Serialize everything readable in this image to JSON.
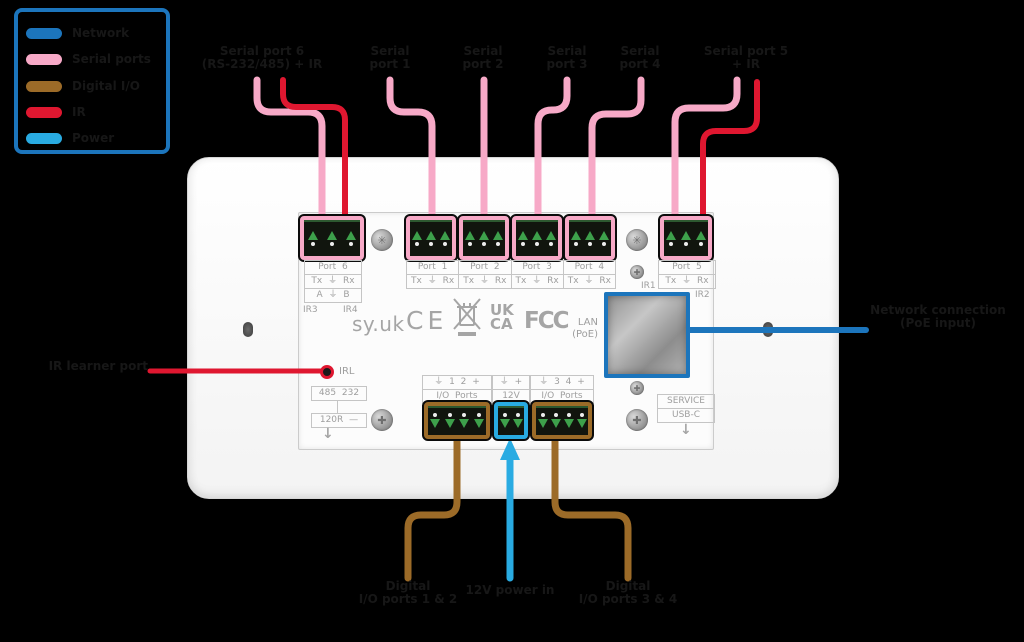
{
  "legend": {
    "items": [
      {
        "label": "Network",
        "color": "#1c75bc"
      },
      {
        "label": "Serial ports",
        "color": "#f7a9c7"
      },
      {
        "label": "Digital I/O",
        "color": "#9c6b28"
      },
      {
        "label": "IR",
        "color": "#df1730"
      },
      {
        "label": "Power",
        "color": "#29abe2"
      }
    ]
  },
  "top_labels": [
    {
      "line1": "Serial port 6",
      "line2": "(RS-232/485) + IR"
    },
    {
      "line1": "Serial",
      "line2": "port 1"
    },
    {
      "line1": "Serial",
      "line2": "port 2"
    },
    {
      "line1": "Serial",
      "line2": "port 3"
    },
    {
      "line1": "Serial",
      "line2": "port 4"
    },
    {
      "line1": "Serial port 5",
      "line2": "+ IR"
    }
  ],
  "callouts": {
    "ir_learner": "IR learner port",
    "network": {
      "line1": "Network connection",
      "line2": "(PoE input)"
    },
    "io_left": {
      "line1": "Digital",
      "line2": "I/O ports 1 & 2"
    },
    "power": {
      "line1": "12V power in"
    },
    "io_right": {
      "line1": "Digital",
      "line2": "I/O ports 3 & 4"
    }
  },
  "panel": {
    "brand": "sy.uk",
    "marks": {
      "ce": "CE",
      "ukca_line1": "UK",
      "ukca_line2": "CA",
      "fcc": "FCC"
    },
    "lan": {
      "line1": "LAN",
      "line2": "(PoE)"
    },
    "irl": "IRL",
    "switches": {
      "s485_232": "485  232",
      "s120r": "120R  —"
    },
    "service": {
      "line1": "SERVICE",
      "line2": "USB-C"
    },
    "port6": {
      "title": "Port 6",
      "pins": "Tx ⏚ Rx",
      "pins2": "A ⏚ B",
      "ir_left": "IR3",
      "ir_right": "IR4"
    },
    "ports": [
      {
        "title": "Port 1",
        "pins": "Tx ⏚ Rx"
      },
      {
        "title": "Port 2",
        "pins": "Tx ⏚ Rx"
      },
      {
        "title": "Port 3",
        "pins": "Tx ⏚ Rx"
      },
      {
        "title": "Port 4",
        "pins": "Tx ⏚ Rx"
      }
    ],
    "port5": {
      "title": "Port 5",
      "pins": "Tx ⏚ Rx",
      "ir_left": "IR1",
      "ir_right": "IR2"
    },
    "io": {
      "left_pins": "⏚ 1 2 +",
      "left_name": "I/O Ports",
      "mid_pins": "⏚ +",
      "mid_name": "12V",
      "right_pins": "⏚ 3 4 +",
      "right_name": "I/O Ports"
    }
  },
  "colors": {
    "pink": "#f7a9c7",
    "red": "#df1730",
    "brown": "#9c6b28",
    "light_blue": "#29abe2",
    "blue": "#1c75bc",
    "green": "#3da04b"
  }
}
